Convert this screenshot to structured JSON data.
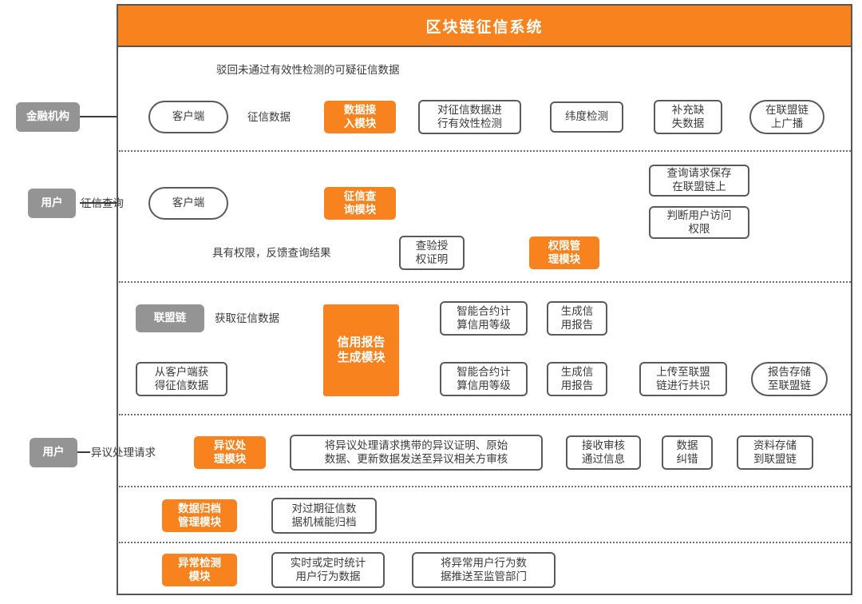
{
  "header": {
    "title": "区块链征信系统"
  },
  "colors": {
    "accent_orange": "#F7821E",
    "actor_gray": "#949494",
    "border_gray": "#5a5a5a",
    "text_dark": "#3b3b3b",
    "white": "#ffffff"
  },
  "lanes": [
    {
      "id": "lane-credit-upload",
      "actor": "金融机构",
      "edge_labels": [
        "征信数据",
        "驳回未通过有效性检测的可疑征信数据"
      ],
      "nodes": [
        {
          "label": "客户端",
          "shape": "stadium"
        },
        {
          "label": "数据接\n入模块",
          "shape": "orange"
        },
        {
          "label": "对征信数据进\n行有效性检测",
          "shape": "rect"
        },
        {
          "label": "纬度检测",
          "shape": "rect"
        },
        {
          "label": "补充缺\n失数据",
          "shape": "rect"
        },
        {
          "label": "在联盟链\n上广播",
          "shape": "stadium"
        }
      ]
    },
    {
      "id": "lane-credit-query",
      "actor": "用户",
      "edge_labels": [
        "征信查询",
        "具有权限，反馈查询结果"
      ],
      "nodes": [
        {
          "label": "客户端",
          "shape": "stadium"
        },
        {
          "label": "征信查\n询模块",
          "shape": "orange"
        },
        {
          "label": "查询请求保存\n在联盟链上",
          "shape": "rect"
        },
        {
          "label": "判断用户访问\n权限",
          "shape": "rect"
        },
        {
          "label": "权限管\n理模块",
          "shape": "orange"
        },
        {
          "label": "查验授\n权证明",
          "shape": "rect"
        }
      ]
    },
    {
      "id": "lane-report-generation",
      "actor": "联盟链",
      "edge_labels": [
        "获取征信数据"
      ],
      "nodes": [
        {
          "label": "从客户端获\n得征信数据",
          "shape": "rect"
        },
        {
          "label": "信用报告\n生成模块",
          "shape": "bigorange"
        },
        {
          "label": "智能合约计\n算信用等级",
          "shape": "rect"
        },
        {
          "label": "生成信\n用报告",
          "shape": "rect"
        },
        {
          "label": "智能合约计\n算信用等级",
          "shape": "rect"
        },
        {
          "label": "生成信\n用报告",
          "shape": "rect"
        },
        {
          "label": "上传至联盟\n链进行共识",
          "shape": "rect"
        },
        {
          "label": "报告存储\n至联盟链",
          "shape": "stadium"
        }
      ]
    },
    {
      "id": "lane-dispute",
      "actor": "用户",
      "edge_labels": [
        "异议处理请求"
      ],
      "nodes": [
        {
          "label": "异议处\n理模块",
          "shape": "orange"
        },
        {
          "label": "将异议处理请求携带的异议证明、原始\n数据、更新数据发送至异议相关方审核",
          "shape": "rect"
        },
        {
          "label": "接收审核\n通过信息",
          "shape": "rect"
        },
        {
          "label": "数据\n纠错",
          "shape": "rect"
        },
        {
          "label": "资料存储\n到联盟链",
          "shape": "rect"
        }
      ]
    },
    {
      "id": "lane-archive",
      "actor": "",
      "edge_labels": [],
      "nodes": [
        {
          "label": "数据归档\n管理模块",
          "shape": "orange"
        },
        {
          "label": "对过期征信数\n据机械能归档",
          "shape": "rect"
        }
      ]
    },
    {
      "id": "lane-anomaly",
      "actor": "",
      "edge_labels": [],
      "nodes": [
        {
          "label": "异常检测\n模块",
          "shape": "orange"
        },
        {
          "label": "实时或定时统计\n用户行为数据",
          "shape": "rect"
        },
        {
          "label": "将异常用户行为数\n据推送至监管部门",
          "shape": "rect"
        }
      ]
    }
  ],
  "nodes": {
    "n1_actor": "金融机构",
    "n1_client": "客户端",
    "n1_edge_data": "征信数据",
    "n1_access": "数据接\n入模块",
    "n1_validity": "对征信数据进\n行有效性检测",
    "n1_dimension": "纬度检测",
    "n1_fill": "补充缺\n失数据",
    "n1_broadcast": "在联盟链\n上广播",
    "n1_reject": "驳回未通过有效性检测的可疑征信数据",
    "n2_actor": "用户",
    "n2_edge_query": "征信查询",
    "n2_client": "客户端",
    "n2_querymod": "征信查\n询模块",
    "n2_saverequest": "查询请求保存\n在联盟链上",
    "n2_judge": "判断用户访问\n权限",
    "n2_authmod": "权限管\n理模块",
    "n2_verify": "查验授\n权证明",
    "n2_feedback": "具有权限，反馈查询结果",
    "n3_actor": "联盟链",
    "n3_edge_fetch": "获取征信数据",
    "n3_fromclient": "从客户端获\n得征信数据",
    "n3_reportmod": "信用报告\n生成模块",
    "n3_contract_a": "智能合约计\n算信用等级",
    "n3_report_a": "生成信\n用报告",
    "n3_contract_b": "智能合约计\n算信用等级",
    "n3_report_b": "生成信\n用报告",
    "n3_upload": "上传至联盟\n链进行共识",
    "n3_store": "报告存储\n至联盟链",
    "n4_actor": "用户",
    "n4_edge_request": "异议处理请求",
    "n4_disputemod": "异议处\n理模块",
    "n4_send": "将异议处理请求携带的异议证明、原始\n数据、更新数据发送至异议相关方审核",
    "n4_receive": "接收审核\n通过信息",
    "n4_fix": "数据\n纠错",
    "n4_storechain": "资料存储\n到联盟链",
    "n5_archivemod": "数据归档\n管理模块",
    "n5_expire": "对过期征信数\n据机械能归档",
    "n6_anomalymod": "异常检测\n模块",
    "n6_stats": "实时或定时统计\n用户行为数据",
    "n6_push": "将异常用户行为数\n据推送至监管部门"
  }
}
